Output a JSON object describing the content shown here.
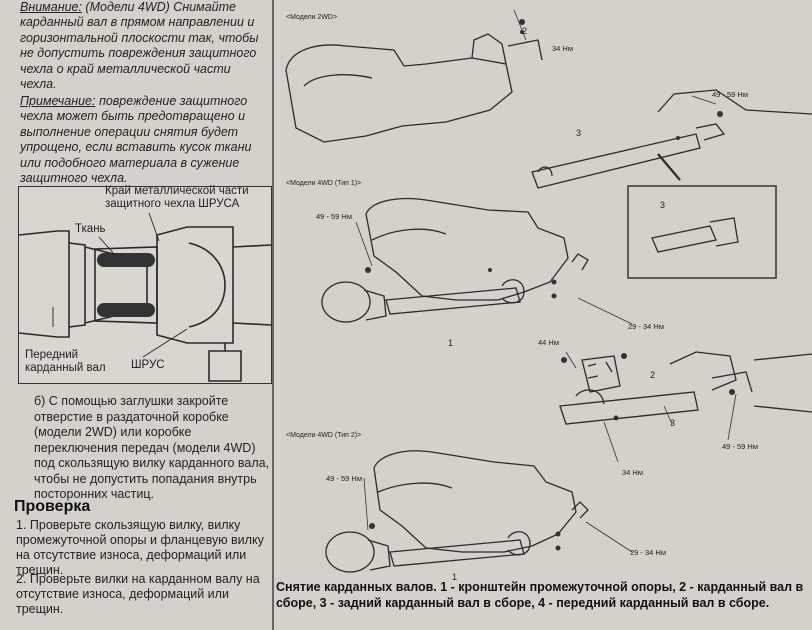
{
  "left": {
    "warning": {
      "label": "Внимание:",
      "text": " (Модели 4WD) Снимайте карданный вал в прямом направлении и горизонтальной плоскости так, чтобы не допустить повреждения защитного чехла о край металлической части чехла."
    },
    "note": {
      "label": "Примечание:",
      "text": " повреждение защитного чехла может быть предотвращено и выполнение операции снятия будет упрощено, если вставить кусок ткани или подобного материала в сужение защитного чехла."
    },
    "inset": {
      "label_edge": "Край металлической части защитного чехла ШРУСА",
      "label_cloth": "Ткань",
      "label_shaft": "Передний карданный вал",
      "label_cv": "ШРУС"
    },
    "step_b": "б) С помощью заглушки закройте отверстие в раздаточной коробке (модели 2WD) или коробке переключения передач (модели 4WD) под скользящую вилку карданного вала, чтобы не допустить попадания внутрь посторонних частиц.",
    "check_title": "Проверка",
    "check_1": "1. Проверьте скользящую вилку, вилку промежуточной опоры и фланцевую вилку на отсутствие износа, деформаций или трещин.",
    "check_2": "2. Проверьте вилки на карданном валу на отсутствие износа, деформаций или трещин."
  },
  "diagram": {
    "section_2wd": "<Модели 2WD>",
    "section_4wd1": "<Модели 4WD (Тип 1)>",
    "section_4wd2": "<Модели 4WD (Тип 2)>",
    "t_34_a": "34 Нм",
    "t_4959_a": "49 - 59 Нм",
    "t_4959_b": "49 - 59 Нм",
    "t_2934_a": "29 - 34 Нм",
    "t_44": "44 Нм",
    "t_34_b": "34 Нм",
    "t_4959_c": "49 - 59 Нм",
    "t_4959_d": "49 - 59 Нм",
    "t_2934_b": "29 - 34 Нм",
    "n2_top": "2",
    "n3_a": "3",
    "n3_detail": "3",
    "n1_a": "1",
    "n2_b": "2",
    "n3_b": "3",
    "n1_b": "1"
  },
  "caption": "Снятие карданных валов. 1 - кронштейн промежуточной опоры, 2 - карданный вал в сборе, 3 - задний карданный вал в сборе, 4 - передний карданный вал в сборе."
}
